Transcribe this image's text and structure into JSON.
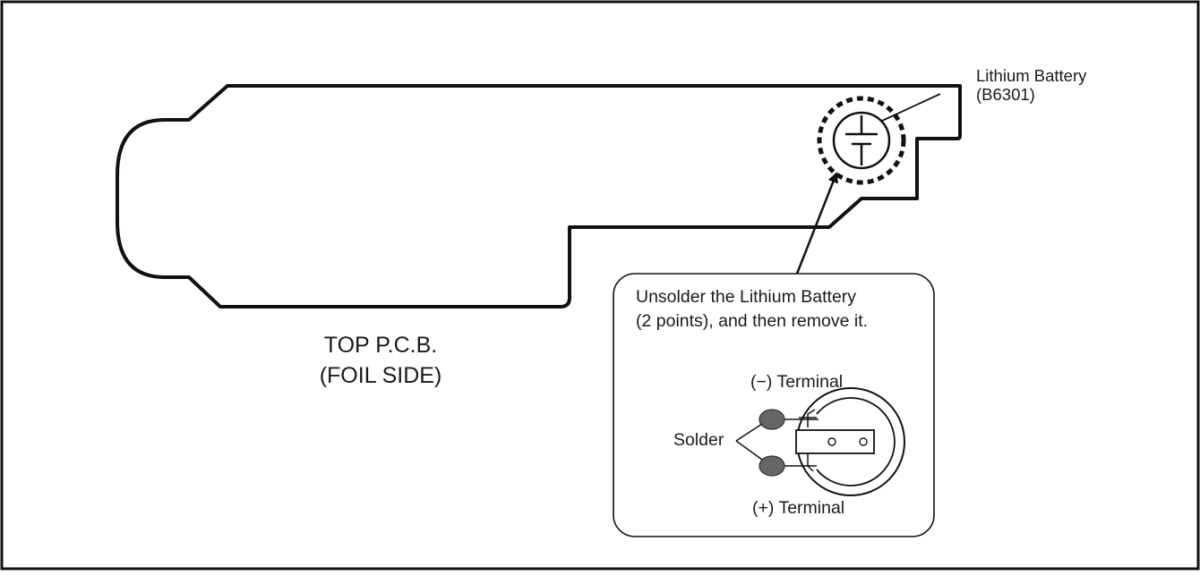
{
  "diagram": {
    "board_caption": {
      "line1": "TOP P.C.B.",
      "line2": "(FOIL SIDE)"
    },
    "battery_callout": {
      "line1": "Lithium Battery",
      "line2": "(B6301)"
    },
    "instruction": {
      "line1": "Unsolder the Lithium Battery",
      "line2": "(2 points), and then remove it."
    },
    "terminals": {
      "negative": "(−) Terminal",
      "positive": "(+) Terminal"
    },
    "solder_label": "Solder",
    "colors": {
      "line": "#111111",
      "solder_pad": "#666666",
      "background": "#ffffff"
    }
  }
}
